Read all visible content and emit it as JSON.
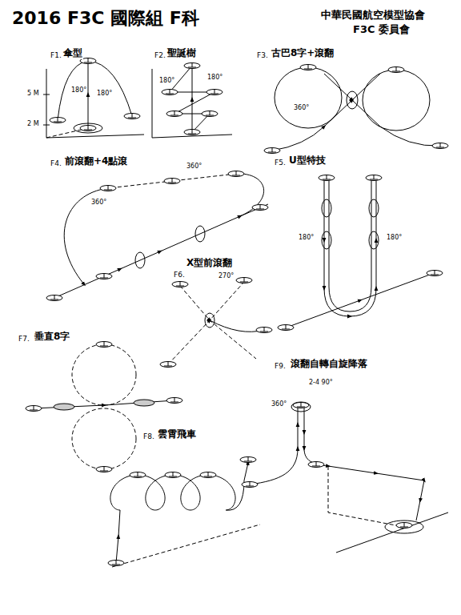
{
  "diagram": {
    "title": "2016 F3C 國際組 F科",
    "labels": [
      "中華民國航空模型協會",
      "F3C 委員會",
      "F1.",
      "傘型",
      "5 M",
      "2 M",
      "180°",
      "180°",
      "F2.",
      "聖誕樹",
      "180°",
      "180°",
      "F3.",
      "古巴8字+滾翻",
      "360°",
      "F4.",
      "前滾翻+4點滾",
      "360°",
      "360°",
      "F5.",
      "U型特技",
      "180°",
      "180°",
      "X型前滾翻",
      "F6.",
      "270°",
      "F7.",
      "垂直8字",
      "F9.",
      "滾翻自轉自旋降落",
      "360°",
      "2-4 90°",
      "F8.",
      "雲霄飛車"
    ]
  }
}
